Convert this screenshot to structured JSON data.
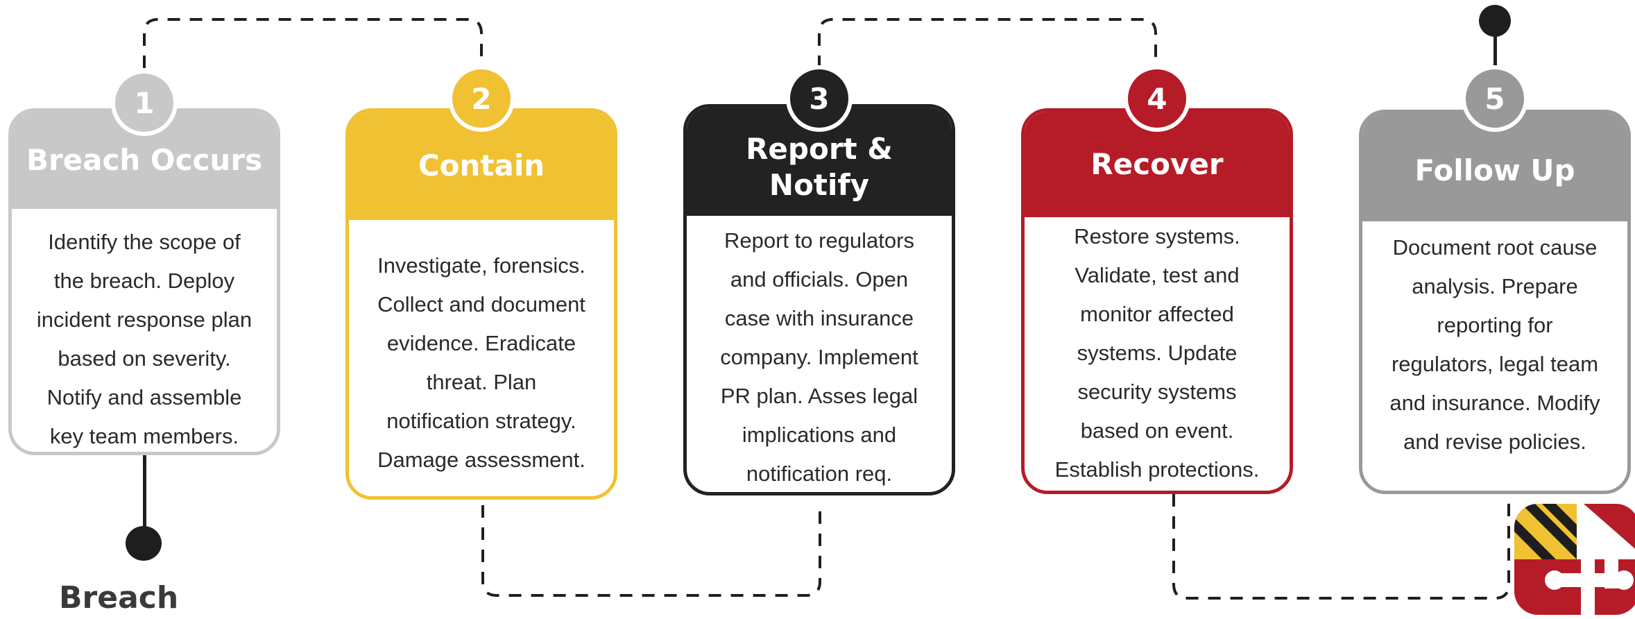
{
  "colors": {
    "step1": "#c8c8c8",
    "step2": "#f0c132",
    "step3": "#222222",
    "step4": "#b51c27",
    "step5": "#999999",
    "connector": "#1e1e1e"
  },
  "steps": [
    {
      "number": "1",
      "title": "Breach Occurs",
      "lines": [
        "Identify the scope of",
        "the breach. Deploy",
        "incident response plan",
        "based on severity.",
        "Notify and assemble",
        "key team members."
      ]
    },
    {
      "number": "2",
      "title": "Contain",
      "lines": [
        "Investigate, forensics.",
        "Collect and document",
        "evidence. Eradicate",
        "threat. Plan",
        "notification strategy.",
        "Damage assessment."
      ]
    },
    {
      "number": "3",
      "title_lines": [
        "Report &",
        "Notify"
      ],
      "lines": [
        "Report to regulators",
        "and officials. Open",
        "case with insurance",
        "company. Implement",
        "PR plan. Asses legal",
        "implications and",
        "notification req."
      ]
    },
    {
      "number": "4",
      "title": "Recover",
      "lines": [
        "Restore systems.",
        "Validate, test and",
        "monitor affected",
        "systems. Update",
        "security systems",
        "based on event.",
        "Establish protections."
      ]
    },
    {
      "number": "5",
      "title": "Follow Up",
      "lines": [
        "Document root cause",
        "analysis. Prepare",
        "reporting for",
        "regulators, legal team",
        "and insurance. Modify",
        "and revise policies."
      ]
    }
  ],
  "bottom_label": "Breach",
  "logo": {
    "type": "maryland-flag-emblem"
  }
}
